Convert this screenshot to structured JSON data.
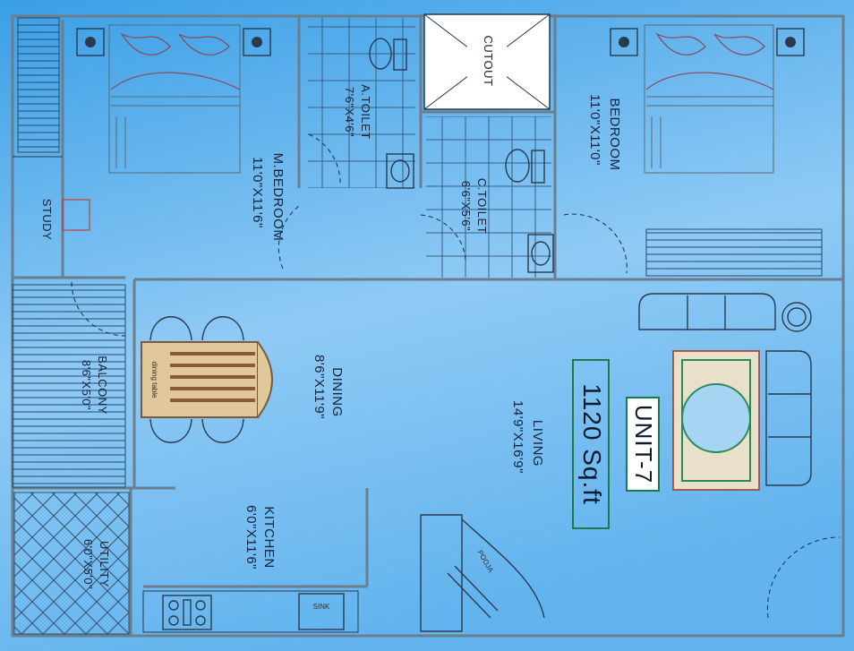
{
  "rooms": {
    "study": "STUDY",
    "master_bedroom": {
      "name": "M.BEDROOM",
      "size": "11'0\"X11'6\""
    },
    "a_toilet": {
      "name": "A.TOILET",
      "size": "7'6\"X4'6\""
    },
    "cutout": "CUTOUT",
    "c_toilet": {
      "name": "C.TOILET",
      "size": "6'6\"X5'6\""
    },
    "bedroom": {
      "name": "BEDROOM",
      "size": "11'0\"X11'0\""
    },
    "balcony": {
      "name": "BALCONY",
      "size": "8'6\"X5'0\""
    },
    "dining": {
      "name": "DINING",
      "size": "8'6\"X11'9\""
    },
    "living": {
      "name": "LIVING",
      "size": "14'9\"X16'9\""
    },
    "kitchen": {
      "name": "KITCHEN",
      "size": "6'0\"X11'6\""
    },
    "utility": {
      "name": "UTILITY",
      "size": "6'0\"X5'0\""
    }
  },
  "area": "1120 Sq.ft",
  "unit": "UNIT-7",
  "annotations": {
    "dining_table": "dining table",
    "pooja": "POOJA",
    "sink": "SINK"
  }
}
